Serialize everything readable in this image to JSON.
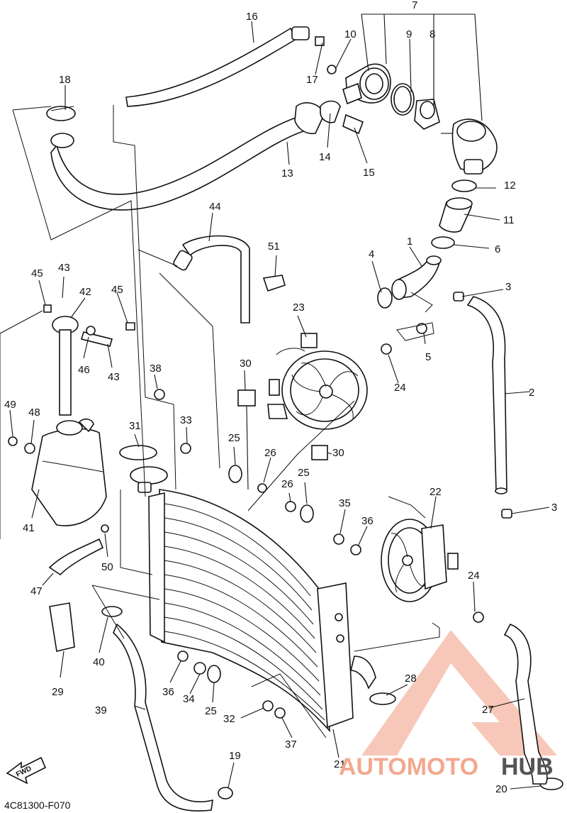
{
  "diagram": {
    "code": "4C81300-F070",
    "fwd_label": "FWD",
    "callouts": [
      {
        "id": "c7",
        "text": "7"
      },
      {
        "id": "c16",
        "text": "16"
      },
      {
        "id": "c10",
        "text": "10"
      },
      {
        "id": "c9",
        "text": "9"
      },
      {
        "id": "c8",
        "text": "8"
      },
      {
        "id": "c17",
        "text": "17"
      },
      {
        "id": "c18",
        "text": "18"
      },
      {
        "id": "c14",
        "text": "14"
      },
      {
        "id": "c15",
        "text": "15"
      },
      {
        "id": "c13",
        "text": "13"
      },
      {
        "id": "c12",
        "text": "12"
      },
      {
        "id": "c11",
        "text": "11"
      },
      {
        "id": "c44",
        "text": "44"
      },
      {
        "id": "c51",
        "text": "51"
      },
      {
        "id": "c1",
        "text": "1"
      },
      {
        "id": "c4",
        "text": "4"
      },
      {
        "id": "c6",
        "text": "6"
      },
      {
        "id": "c3a",
        "text": "3"
      },
      {
        "id": "c45a",
        "text": "45"
      },
      {
        "id": "c43a",
        "text": "43"
      },
      {
        "id": "c42",
        "text": "42"
      },
      {
        "id": "c45b",
        "text": "45"
      },
      {
        "id": "c23",
        "text": "23"
      },
      {
        "id": "c5",
        "text": "5"
      },
      {
        "id": "c46",
        "text": "46"
      },
      {
        "id": "c43b",
        "text": "43"
      },
      {
        "id": "c38",
        "text": "38"
      },
      {
        "id": "c30a",
        "text": "30"
      },
      {
        "id": "c24a",
        "text": "24"
      },
      {
        "id": "c2",
        "text": "2"
      },
      {
        "id": "c49",
        "text": "49"
      },
      {
        "id": "c48",
        "text": "48"
      },
      {
        "id": "c31",
        "text": "31"
      },
      {
        "id": "c33",
        "text": "33"
      },
      {
        "id": "c25a",
        "text": "25"
      },
      {
        "id": "c26a",
        "text": "26"
      },
      {
        "id": "c30b",
        "text": "30"
      },
      {
        "id": "c25b",
        "text": "25"
      },
      {
        "id": "c26b",
        "text": "26"
      },
      {
        "id": "c22",
        "text": "22"
      },
      {
        "id": "c35",
        "text": "35"
      },
      {
        "id": "c3b",
        "text": "3"
      },
      {
        "id": "c41",
        "text": "41"
      },
      {
        "id": "c36a",
        "text": "36"
      },
      {
        "id": "c50",
        "text": "50"
      },
      {
        "id": "c24b",
        "text": "24"
      },
      {
        "id": "c47",
        "text": "47"
      },
      {
        "id": "c40",
        "text": "40"
      },
      {
        "id": "c29",
        "text": "29"
      },
      {
        "id": "c36b",
        "text": "36"
      },
      {
        "id": "c34",
        "text": "34"
      },
      {
        "id": "c25c",
        "text": "25"
      },
      {
        "id": "c28",
        "text": "28"
      },
      {
        "id": "c39",
        "text": "39"
      },
      {
        "id": "c27",
        "text": "27"
      },
      {
        "id": "c32",
        "text": "32"
      },
      {
        "id": "c37",
        "text": "37"
      },
      {
        "id": "c21",
        "text": "21"
      },
      {
        "id": "c19",
        "text": "19"
      },
      {
        "id": "c20",
        "text": "20"
      }
    ]
  },
  "watermark": {
    "word_a": "AUTOMOTO",
    "word_b": "HUB",
    "color_a": "#f2a98f",
    "color_b": "#555555"
  }
}
